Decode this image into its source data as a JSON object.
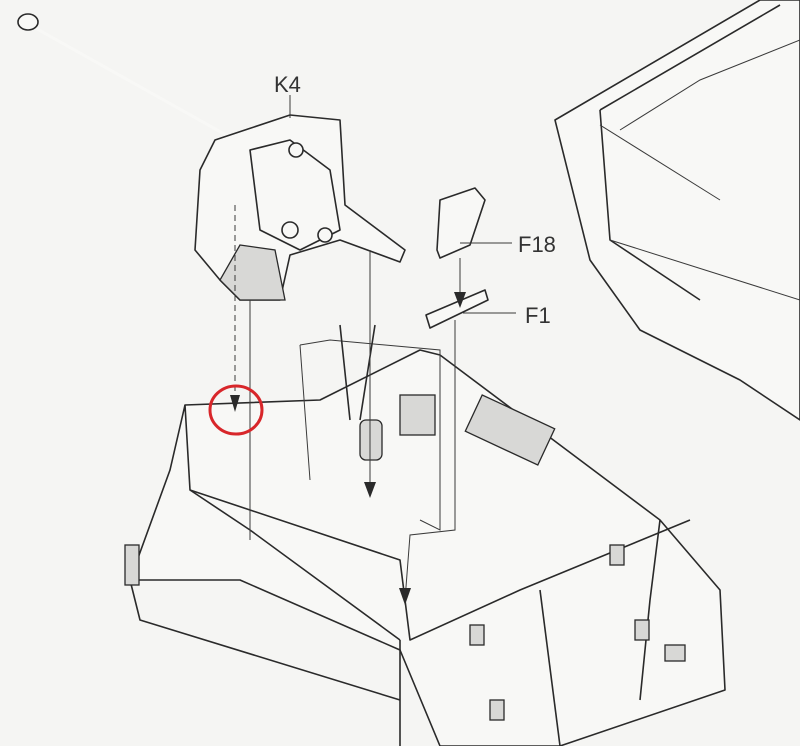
{
  "diagram": {
    "parts": [
      {
        "id": "K4",
        "label": "K4"
      },
      {
        "id": "F18",
        "label": "F18"
      },
      {
        "id": "F1",
        "label": "F1"
      }
    ],
    "highlight_color": "#d8262a",
    "line_color": "#2a2a2a"
  }
}
